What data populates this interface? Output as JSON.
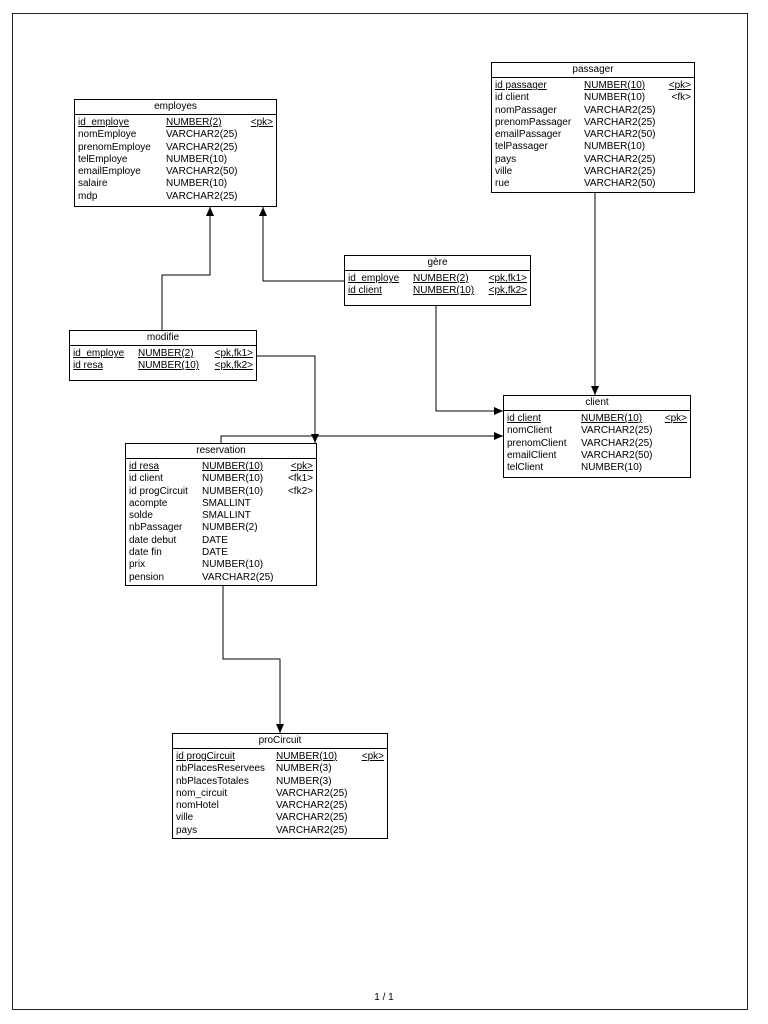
{
  "entities": [
    {
      "id": "employes",
      "title": "employes",
      "attrs": [
        {
          "name": "id_employe",
          "type": "NUMBER(2)",
          "key": "<pk>",
          "pk": true
        },
        {
          "name": "nomEmploye",
          "type": "VARCHAR2(25)",
          "key": "",
          "pk": false
        },
        {
          "name": "prenomEmploye",
          "type": "VARCHAR2(25)",
          "key": "",
          "pk": false
        },
        {
          "name": "telEmploye",
          "type": "NUMBER(10)",
          "key": "",
          "pk": false
        },
        {
          "name": "emailEmploye",
          "type": "VARCHAR2(50)",
          "key": "",
          "pk": false
        },
        {
          "name": "salaire",
          "type": "NUMBER(10)",
          "key": "",
          "pk": false
        },
        {
          "name": "mdp",
          "type": "VARCHAR2(25)",
          "key": "",
          "pk": false
        }
      ]
    },
    {
      "id": "passager",
      "title": "passager",
      "attrs": [
        {
          "name": "id passager",
          "type": "NUMBER(10)",
          "key": "<pk>",
          "pk": true
        },
        {
          "name": "id client",
          "type": "NUMBER(10)",
          "key": "<fk>",
          "pk": false
        },
        {
          "name": "nomPassager",
          "type": "VARCHAR2(25)",
          "key": "",
          "pk": false
        },
        {
          "name": "prenomPassager",
          "type": "VARCHAR2(25)",
          "key": "",
          "pk": false
        },
        {
          "name": "emailPassager",
          "type": "VARCHAR2(50)",
          "key": "",
          "pk": false
        },
        {
          "name": "telPassager",
          "type": "NUMBER(10)",
          "key": "",
          "pk": false
        },
        {
          "name": "pays",
          "type": "VARCHAR2(25)",
          "key": "",
          "pk": false
        },
        {
          "name": "ville",
          "type": "VARCHAR2(25)",
          "key": "",
          "pk": false
        },
        {
          "name": "rue",
          "type": "VARCHAR2(50)",
          "key": "",
          "pk": false
        }
      ]
    },
    {
      "id": "gere",
      "title": "gère",
      "attrs": [
        {
          "name": "id_employe",
          "type": "NUMBER(2)",
          "key": "<pk,fk1>",
          "pk": true
        },
        {
          "name": "id client",
          "type": "NUMBER(10)",
          "key": "<pk,fk2>",
          "pk": true
        }
      ]
    },
    {
      "id": "modifie",
      "title": "modifie",
      "attrs": [
        {
          "name": "id_employe",
          "type": "NUMBER(2)",
          "key": "<pk,fk1>",
          "pk": true
        },
        {
          "name": "id resa",
          "type": "NUMBER(10)",
          "key": "<pk,fk2>",
          "pk": true
        }
      ]
    },
    {
      "id": "client",
      "title": "client",
      "attrs": [
        {
          "name": "id client",
          "type": "NUMBER(10)",
          "key": "<pk>",
          "pk": true
        },
        {
          "name": "nomClient",
          "type": "VARCHAR2(25)",
          "key": "",
          "pk": false
        },
        {
          "name": "prenomClient",
          "type": "VARCHAR2(25)",
          "key": "",
          "pk": false
        },
        {
          "name": "emailClient",
          "type": "VARCHAR2(50)",
          "key": "",
          "pk": false
        },
        {
          "name": "telClient",
          "type": "NUMBER(10)",
          "key": "",
          "pk": false
        }
      ]
    },
    {
      "id": "reservation",
      "title": "reservation",
      "attrs": [
        {
          "name": "id resa",
          "type": "NUMBER(10)",
          "key": "<pk>",
          "pk": true
        },
        {
          "name": "id client",
          "type": "NUMBER(10)",
          "key": "<fk1>",
          "pk": false
        },
        {
          "name": "id progCircuit",
          "type": "NUMBER(10)",
          "key": "<fk2>",
          "pk": false
        },
        {
          "name": "acompte",
          "type": "SMALLINT",
          "key": "",
          "pk": false
        },
        {
          "name": "solde",
          "type": "SMALLINT",
          "key": "",
          "pk": false
        },
        {
          "name": "nbPassager",
          "type": "NUMBER(2)",
          "key": "",
          "pk": false
        },
        {
          "name": "date debut",
          "type": "DATE",
          "key": "",
          "pk": false
        },
        {
          "name": "date fin",
          "type": "DATE",
          "key": "",
          "pk": false
        },
        {
          "name": "prix",
          "type": "NUMBER(10)",
          "key": "",
          "pk": false
        },
        {
          "name": "pension",
          "type": "VARCHAR2(25)",
          "key": "",
          "pk": false
        }
      ]
    },
    {
      "id": "procircuit",
      "title": "proCircuit",
      "attrs": [
        {
          "name": "id progCircuit",
          "type": "NUMBER(10)",
          "key": "<pk>",
          "pk": true
        },
        {
          "name": "nbPlacesReservees",
          "type": "NUMBER(3)",
          "key": "",
          "pk": false
        },
        {
          "name": "nbPlacesTotales",
          "type": "NUMBER(3)",
          "key": "",
          "pk": false
        },
        {
          "name": "nom_circuit",
          "type": "VARCHAR2(25)",
          "key": "",
          "pk": false
        },
        {
          "name": "nomHotel",
          "type": "VARCHAR2(25)",
          "key": "",
          "pk": false
        },
        {
          "name": "ville",
          "type": "VARCHAR2(25)",
          "key": "",
          "pk": false
        },
        {
          "name": "pays",
          "type": "VARCHAR2(25)",
          "key": "",
          "pk": false
        }
      ]
    }
  ],
  "relationships": [
    {
      "from": "passager",
      "to": "client"
    },
    {
      "from": "gere",
      "to": "employes"
    },
    {
      "from": "gere",
      "to": "client"
    },
    {
      "from": "modifie",
      "to": "employes"
    },
    {
      "from": "modifie",
      "to": "reservation"
    },
    {
      "from": "reservation",
      "to": "client"
    },
    {
      "from": "reservation",
      "to": "procircuit"
    }
  ],
  "footer": {
    "page_number": "1 / 1"
  }
}
